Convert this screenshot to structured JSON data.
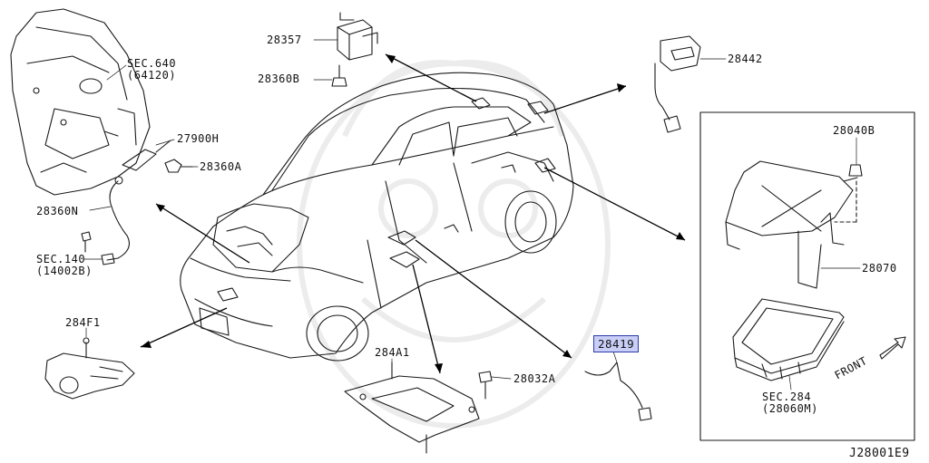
{
  "diagram": {
    "code": "J28001E9",
    "parts": {
      "p28357": "28357",
      "p28360B": "28360B",
      "p28442": "28442",
      "p27900H": "27900H",
      "p28360A": "28360A",
      "p28360N": "28360N",
      "p284F1": "284F1",
      "p284A1": "284A1",
      "p28032A": "28032A",
      "p28419": "28419",
      "p28040B": "28040B",
      "p28070": "28070"
    },
    "refs": {
      "sec640_a": "SEC.640",
      "sec640_b": "(64120)",
      "sec140_a": "SEC.140",
      "sec140_b": "(14002B)",
      "sec284_a": "SEC.284",
      "sec284_b": "(28060M)"
    },
    "front_label": "FRONT",
    "highlight_color": "#c9cef6",
    "highlight_border": "#2d3aa8"
  }
}
